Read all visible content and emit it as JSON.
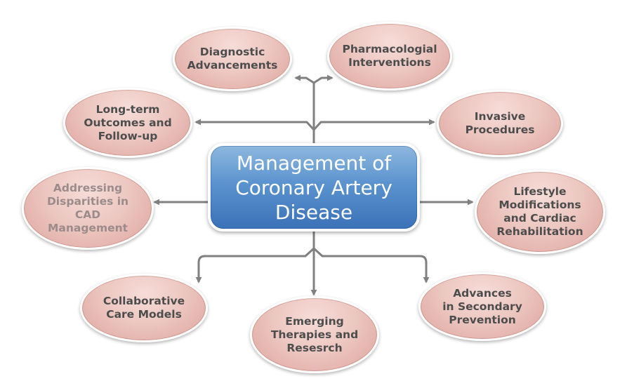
{
  "diagram": {
    "center": {
      "title": "Management of\nCoronary Artery\nDisease",
      "fill_top": "#8db8de",
      "fill_bottom": "#3b72b8",
      "text_color": "#ffffff"
    },
    "node_fill": "#edc7c1",
    "node_text_color": "#4d4d4d",
    "arrow_color": "#808080",
    "nodes": [
      {
        "id": "diagnostic",
        "label": "Diagnostic\nAdvancements"
      },
      {
        "id": "pharmacological",
        "label": "Pharmacologial\nInterventions"
      },
      {
        "id": "long-term",
        "label": "Long-term\nOutcomes and\nFollow-up"
      },
      {
        "id": "invasive",
        "label": "Invasive\nProcedures"
      },
      {
        "id": "disparities",
        "label": "Addressing\nDisparities in\nCAD\nManagement"
      },
      {
        "id": "lifestyle",
        "label": "Lifestyle\nModifications\nand Cardiac\nRehabilitation"
      },
      {
        "id": "collaborative",
        "label": "Collaborative\nCare Models"
      },
      {
        "id": "emerging",
        "label": "Emerging\nTherapies and\nResesrch"
      },
      {
        "id": "secondary",
        "label": "Advances\nin Secondary\nPrevention"
      }
    ]
  }
}
